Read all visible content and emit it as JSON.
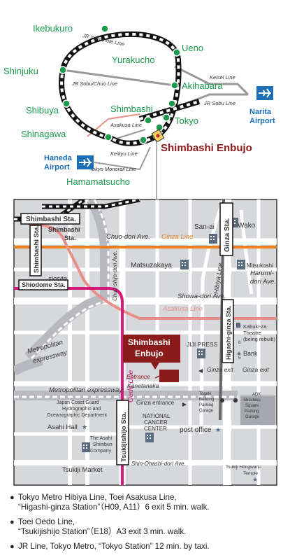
{
  "overview": {
    "stations": {
      "ikebukuro": "Ikebukuro",
      "ueno": "Ueno",
      "yurakucho": "Yurakucho",
      "shinjuku": "Shinjuku",
      "akihabara": "Akihabara",
      "shibuya": "Shibuya",
      "shimbashi": "Shimbashi",
      "tokyo": "Tokyo",
      "shinagawa": "Shinagawa",
      "hamamatsucho": "Hamamatsucho"
    },
    "lines": {
      "yamanote": "JR Yamanote Line",
      "keisei": "Keisei Line",
      "sobu_chuo": "JR Sobu/Chuo Line",
      "sobu": "JR Sobu Line",
      "asakusa": "Asakusa Line",
      "keikyu": "Keikyu Line",
      "monorail": "Tokyo Monorail Line"
    },
    "airports": {
      "narita_1": "Narita",
      "narita_2": "Airport",
      "haneda_1": "Haneda",
      "haneda_2": "Airport"
    },
    "venue": "Shimbashi Enbujo"
  },
  "detail": {
    "station_boxes": {
      "shimbashi": "Shimbashi Sta.",
      "ginza": "Ginza Sta.",
      "shimbashi_v": "Shimbashi Sta.",
      "shiodome": "Shiodome Sta.",
      "higashi_ginza": "Higashi-ginza Sta.",
      "tsukijishijo": "Tsukijishijo Sta."
    },
    "streets": {
      "chuo_dori": "Chuo-dori Ave.",
      "showa_dori": "Showa-dori Ave.",
      "chuo_shijo_dori": "Chuo-shijo-dori Ave.",
      "harumi_1": "Harumi-",
      "harumi_2": "dori Ave.",
      "metro_exp_1": "Metropolitan",
      "metro_exp_2": "expressway",
      "metro_exp_lower": "Metropolitan expressway",
      "shin_ohashi": "Shin-Ohashi-dori Ave.",
      "kanetanaka": "Kanetanaka"
    },
    "lines": {
      "ginza": "Ginza Line",
      "asakusa": "Asakusa Line",
      "hibiya": "Hibiya Line",
      "oedo": "Oedo Line"
    },
    "places": {
      "shimbashi_label_1": "Shimbashi",
      "shimbashi_label_2": "Sta.",
      "san_ai": "San-ai",
      "wako": "Wako",
      "matsuzakaya": "Matsuzakaya",
      "mitsukoshi": "Mitsukoshi",
      "siosite": "siosite",
      "kabukiza_1": "Kabuki-za",
      "kabukiza_2": "Theatre",
      "kabukiza_3": "(being rebuilt)",
      "jiji": "JIJI PRESS",
      "bank": "Bank",
      "venue_1": "Shimbashi",
      "venue_2": "Enbujo",
      "entrance": "Entrance",
      "ginza_exit_1": "Ginza exit",
      "ginza_exit_2": "Ginza exit",
      "ginza_entrance": "Ginza entrance",
      "togeki_1": "Togeki",
      "togeki_2": "Building",
      "togeki_3": "Parking",
      "togeki_4": "Garage",
      "adk_1": "ADK",
      "adk_2": "Shochiku",
      "adk_3": "Square",
      "adk_4": "Parking",
      "adk_5": "Garage",
      "coast_1": "Japan Coast Guard",
      "coast_2": "Hydrographic and",
      "coast_3": "Oceanographic Department",
      "asahi_hall": "Asahi Hall",
      "asahi_1": "The Asahi",
      "asahi_2": "Shimbun",
      "asahi_3": "Company",
      "ncc_1": "NATIONAL",
      "ncc_2": "CANCER",
      "ncc_3": "CENTER",
      "post": "post office",
      "tsukiji_market": "Tsukiji Market",
      "hongwanji_1": "Tsukiji Hongwanji",
      "hongwanji_2": "Temple",
      "exit5": "5",
      "exit6": "6"
    }
  },
  "access": [
    {
      "l1": "Tokyo Metro Hibiya Line, Toei Asakusa Line,",
      "l2": "“Higashi-ginza Station”（H09, A11）6 exit 5 min. walk."
    },
    {
      "l1": "Toei Oedo Line,",
      "l2": "“Tsukijishijo Station”（E18）A3 exit 3 min. walk."
    },
    {
      "l1": "JR Line, Tokyo Metro, “Tokyo Station” 12 min. by taxi.",
      "l2": ""
    }
  ],
  "colors": {
    "ginza_line": "#e8801e",
    "asakusa_line": "#e98f8a",
    "oedo_line": "#d4197a",
    "venue": "#8b1a1a",
    "station_green": "#1a9a4a",
    "airport_blue": "#1d6fb8"
  }
}
